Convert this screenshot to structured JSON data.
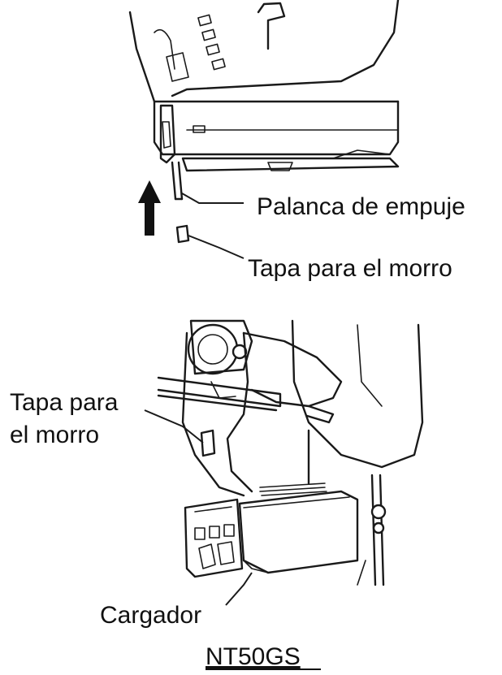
{
  "labels": {
    "push_lever": "Palanca de empuje",
    "nose_cap_top": "Tapa para el morro",
    "nose_cap_left_line1": "Tapa para",
    "nose_cap_left_line2": "el morro",
    "magazine": "Cargador",
    "model": "NT50GS"
  }
}
